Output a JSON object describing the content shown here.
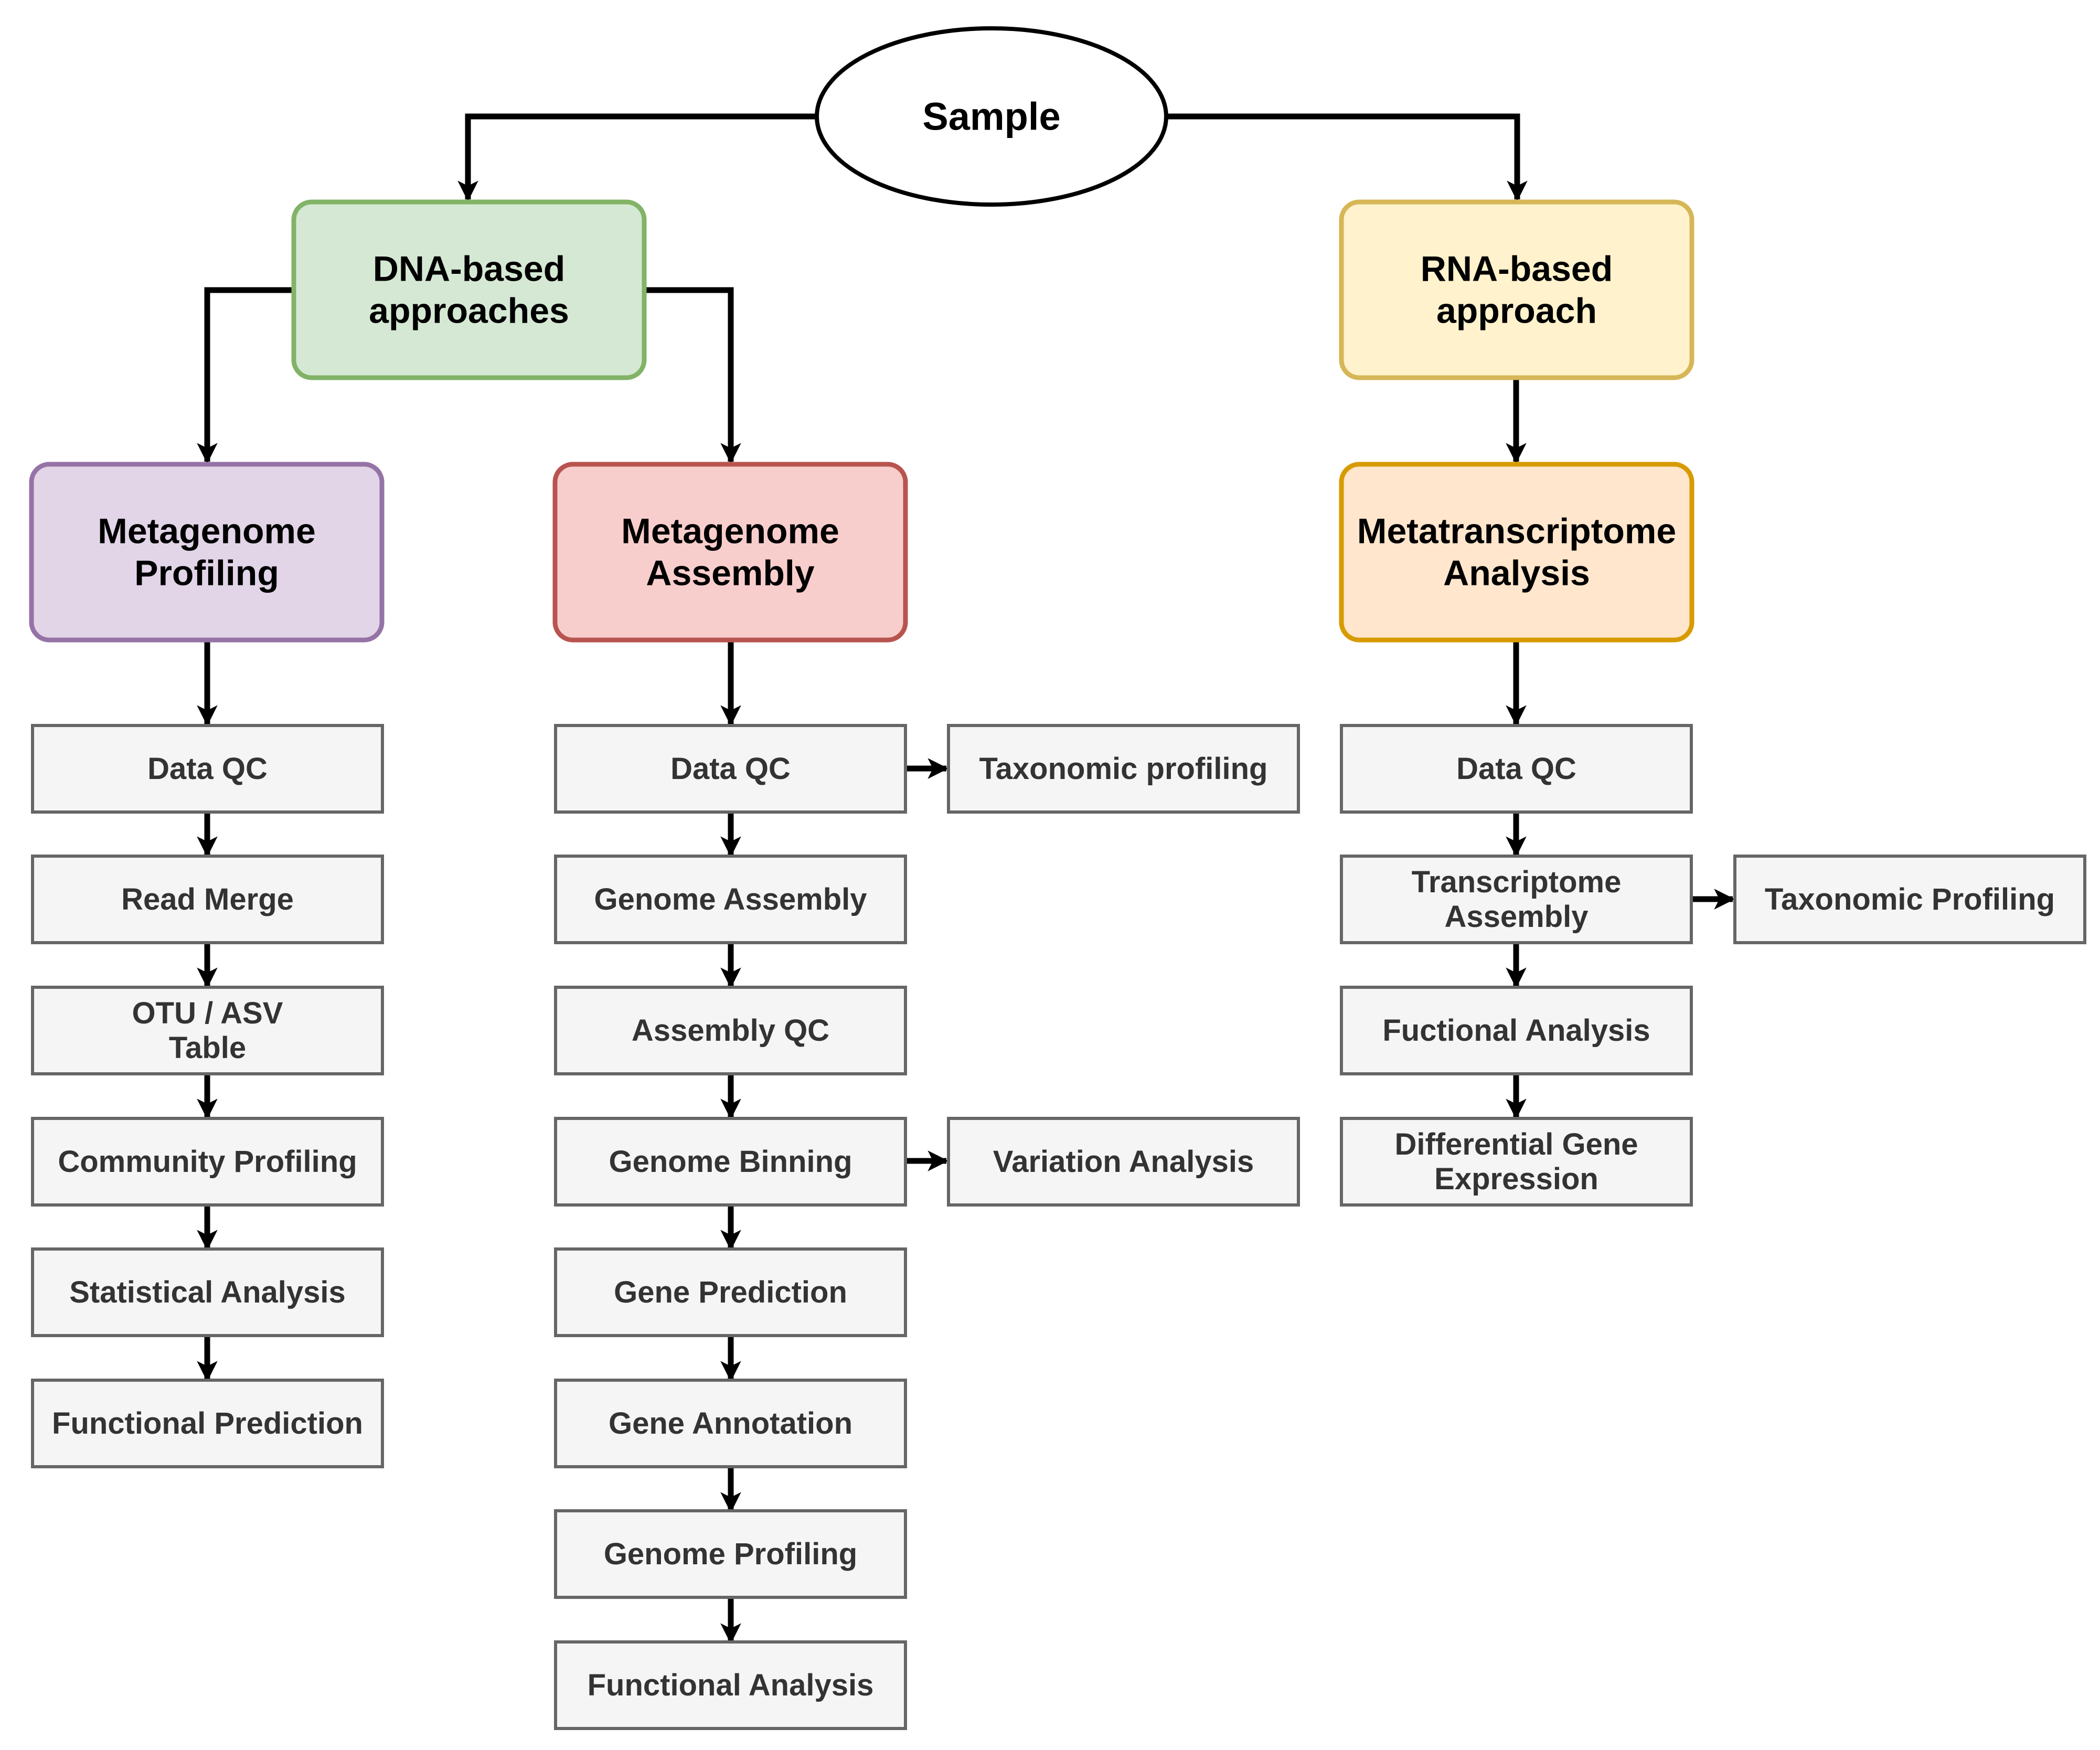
{
  "root": {
    "label": "Sample"
  },
  "branches": {
    "dna": {
      "label_lines": [
        "DNA-based",
        "approaches"
      ]
    },
    "rna": {
      "label_lines": [
        "RNA-based",
        "approach"
      ]
    }
  },
  "methods": {
    "profiling": {
      "label_lines": [
        "Metagenome",
        "Profiling"
      ]
    },
    "assembly": {
      "label_lines": [
        "Metagenome",
        "Assembly"
      ]
    },
    "metatranscriptome": {
      "label_lines": [
        "Metatranscriptome",
        "Analysis"
      ]
    }
  },
  "steps": {
    "profiling": [
      {
        "lines": [
          "Data QC"
        ]
      },
      {
        "lines": [
          "Read Merge"
        ]
      },
      {
        "lines": [
          "OTU / ASV",
          "Table"
        ]
      },
      {
        "lines": [
          "Community Profiling"
        ]
      },
      {
        "lines": [
          "Statistical Analysis"
        ]
      },
      {
        "lines": [
          "Functional Prediction"
        ]
      }
    ],
    "assembly": [
      {
        "lines": [
          "Data QC"
        ]
      },
      {
        "lines": [
          "Genome Assembly"
        ]
      },
      {
        "lines": [
          "Assembly QC"
        ]
      },
      {
        "lines": [
          "Genome Binning"
        ]
      },
      {
        "lines": [
          "Gene Prediction"
        ]
      },
      {
        "lines": [
          "Gene Annotation"
        ]
      },
      {
        "lines": [
          "Genome Profiling"
        ]
      },
      {
        "lines": [
          "Functional Analysis"
        ]
      }
    ],
    "metatranscriptome": [
      {
        "lines": [
          "Data QC"
        ]
      },
      {
        "lines": [
          "Transcriptome",
          "Assembly"
        ]
      },
      {
        "lines": [
          "Fuctional Analysis"
        ]
      },
      {
        "lines": [
          "Differential Gene",
          "Expression"
        ]
      }
    ]
  },
  "side_steps": {
    "assembly_taxonomic": {
      "lines": [
        "Taxonomic profiling"
      ]
    },
    "assembly_variation": {
      "lines": [
        "Variation Analysis"
      ]
    },
    "rna_taxonomic": {
      "lines": [
        "Taxonomic Profiling"
      ]
    }
  },
  "colors": {
    "dna_fill": "#d5e8d4",
    "dna_stroke": "#82b366",
    "rna_fill": "#fff2cc",
    "rna_stroke": "#d6b656",
    "profiling_fill": "#e1d5e7",
    "profiling_stroke": "#9673a6",
    "assembly_fill": "#f8cecc",
    "assembly_stroke": "#b85450",
    "metatranscriptome_fill": "#ffe6cc",
    "metatranscriptome_stroke": "#d79b00",
    "step_fill": "#f5f5f5",
    "step_stroke": "#666666",
    "step_text": "#333333"
  }
}
